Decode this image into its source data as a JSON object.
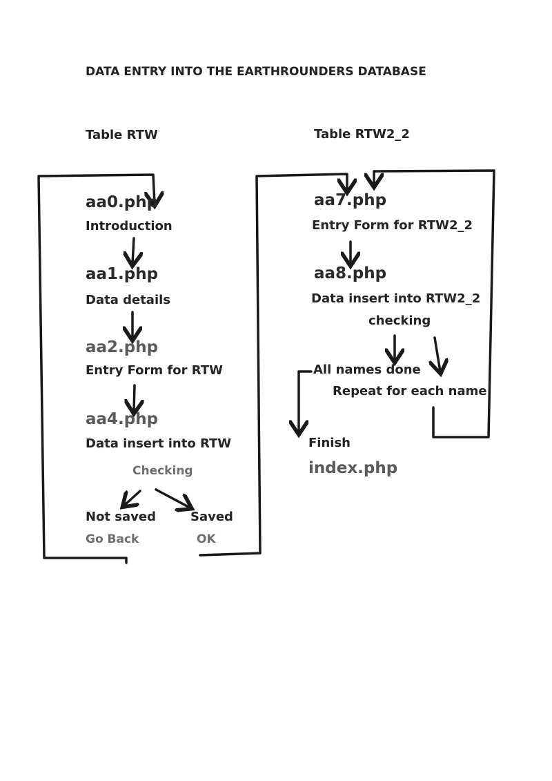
{
  "title": "DATA ENTRY INTO THE EARTHROUNDERS DATABASE",
  "left_column": {
    "header": "Table RTW",
    "steps": [
      {
        "file": "aa0.php",
        "desc": "Introduction"
      },
      {
        "file": "aa1.php",
        "desc": "Data details"
      },
      {
        "file": "aa2.php",
        "desc": "Entry Form for RTW"
      },
      {
        "file": "aa4.php",
        "desc": "Data insert into RTW"
      }
    ],
    "check": "Checking",
    "not_saved": {
      "label": "Not saved",
      "action": "Go Back"
    },
    "saved": {
      "label": "Saved",
      "action": "OK"
    }
  },
  "right_column": {
    "header": "Table RTW2_2",
    "steps": [
      {
        "file": "aa7.php",
        "desc": "Entry Form for RTW2_2"
      },
      {
        "file": "aa8.php",
        "desc": "Data insert into RTW2_2"
      }
    ],
    "check": "checking",
    "all_done": "All names done",
    "repeat": "Repeat for each name",
    "finish": "Finish",
    "finish_file": "index.php"
  },
  "colors": {
    "ink": "#1a1a1a",
    "grey_text": "#6e6e6e",
    "background": "#ffffff"
  }
}
